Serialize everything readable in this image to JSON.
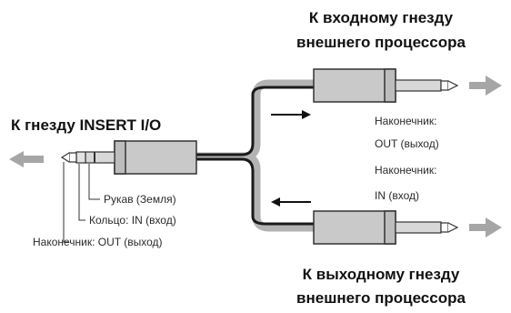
{
  "labels": {
    "insert_io": "К гнезду INSERT I/O",
    "to_input_line1": "К входному гнезду",
    "to_input_line2": "внешнего процессора",
    "to_output_line1": "К выходному гнезду",
    "to_output_line2": "внешнего процессора",
    "sleeve": "Рукав (Земля)",
    "ring": "Кольцо: IN (вход)",
    "tip": "Наконечник: OUT (выход)",
    "upper_tip_line1": "Наконечник:",
    "upper_tip_line2": "OUT (выход)",
    "lower_tip_line1": "Наконечник:",
    "lower_tip_line2": "IN (вход)"
  },
  "colors": {
    "arrow_gray": "#a6a6a6",
    "plug_fill": "#c9c9c9",
    "plug_outline": "#333333",
    "cable_outer": "#b3b3b3",
    "cable_inner": "#1a1a1a"
  }
}
